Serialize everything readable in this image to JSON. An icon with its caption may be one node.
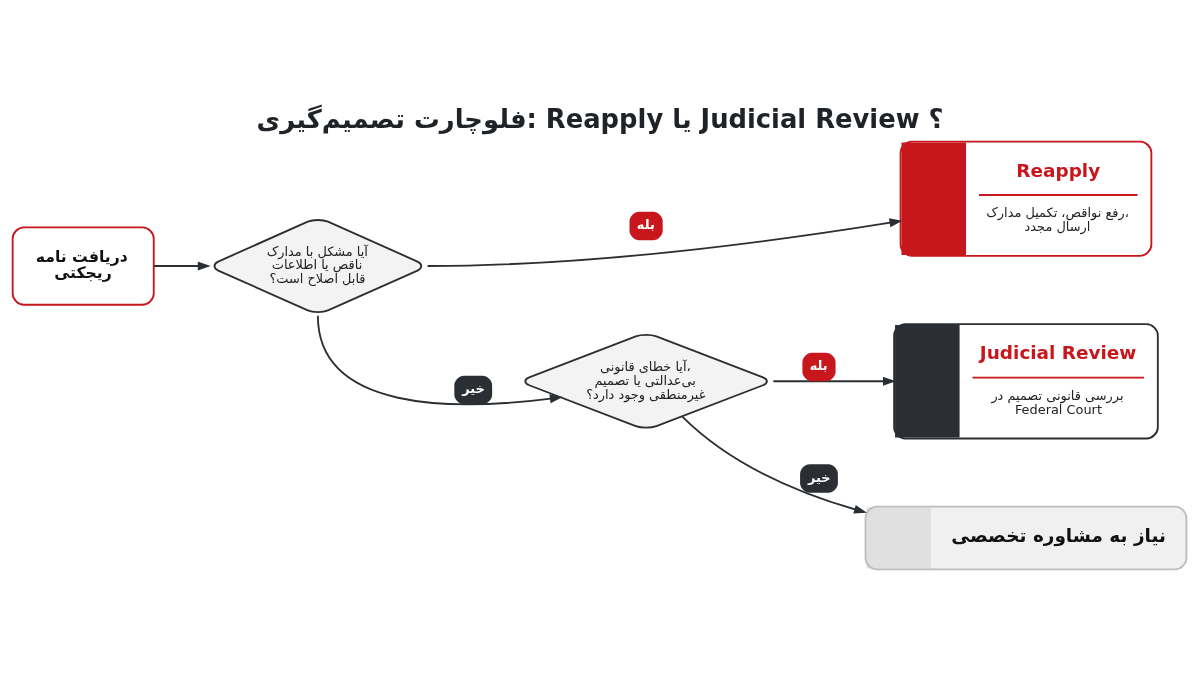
{
  "diagram": {
    "title": "فلوچارت تصمیم‌گیری: Reapply یا Judicial Review ؟",
    "nodes": [
      {
        "text": [
          "دریافت نامه ریجکتی"
        ]
      },
      {
        "text": [
          "آیا مشکل با مدارک ناقص یا اطلاعات قابل اصلاح است؟"
        ]
      },
      {
        "text": [
          "Reapply",
          "رفع نواقص، تکمیل مدارک، ارسال مجدد"
        ]
      },
      {
        "text": [
          "آیا خطای قانونی، بی‌عدالتی یا تصمیم غیرمنطقی وجود دارد؟"
        ]
      },
      {
        "text": [
          "Judicial Review",
          "بررسی قانونی تصمیم در Federal Court"
        ]
      },
      {
        "text": [
          "نیاز به مشاوره تخصصی"
        ]
      }
    ],
    "edges": [
      {
        "from": 0,
        "to": 1,
        "arrow": "to"
      },
      {
        "from": 1,
        "to": 2,
        "arrow": "to",
        "label": "بله"
      },
      {
        "from": 1,
        "to": 3,
        "arrow": "to",
        "label": "خیر"
      },
      {
        "from": 3,
        "to": 4,
        "arrow": "to",
        "label": "بله"
      },
      {
        "from": 3,
        "to": 5,
        "arrow": "to",
        "label": "خیر"
      }
    ]
  }
}
